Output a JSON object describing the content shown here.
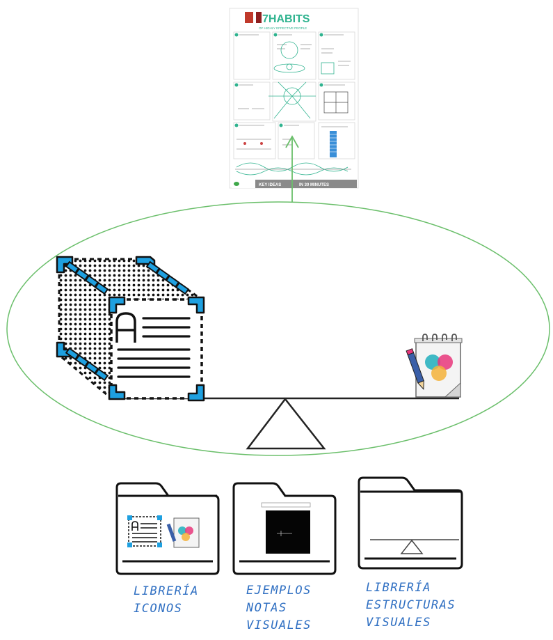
{
  "poster": {
    "title": "7HABITS",
    "subtitle": "OF HIGHLY EFFECTIVE PEOPLE",
    "footer_left": "KEY IDEAS",
    "footer_right": "IN 30 MINUTES"
  },
  "folders": [
    {
      "lines": [
        "LIBRERÍA",
        "ICONOS"
      ]
    },
    {
      "lines": [
        "EJEMPLOS",
        "NOTAS",
        "VISUALES"
      ]
    },
    {
      "lines": [
        "LIBRERÍA",
        "ESTRUCTURAS",
        "VISUALES"
      ]
    }
  ],
  "colors": {
    "ellipse": "#6bbf6b",
    "arrow": "#6bbf6b",
    "accent_blue": "#1ea0e0",
    "label_blue": "#2f6fc2",
    "poster_green": "#2fb38f"
  }
}
